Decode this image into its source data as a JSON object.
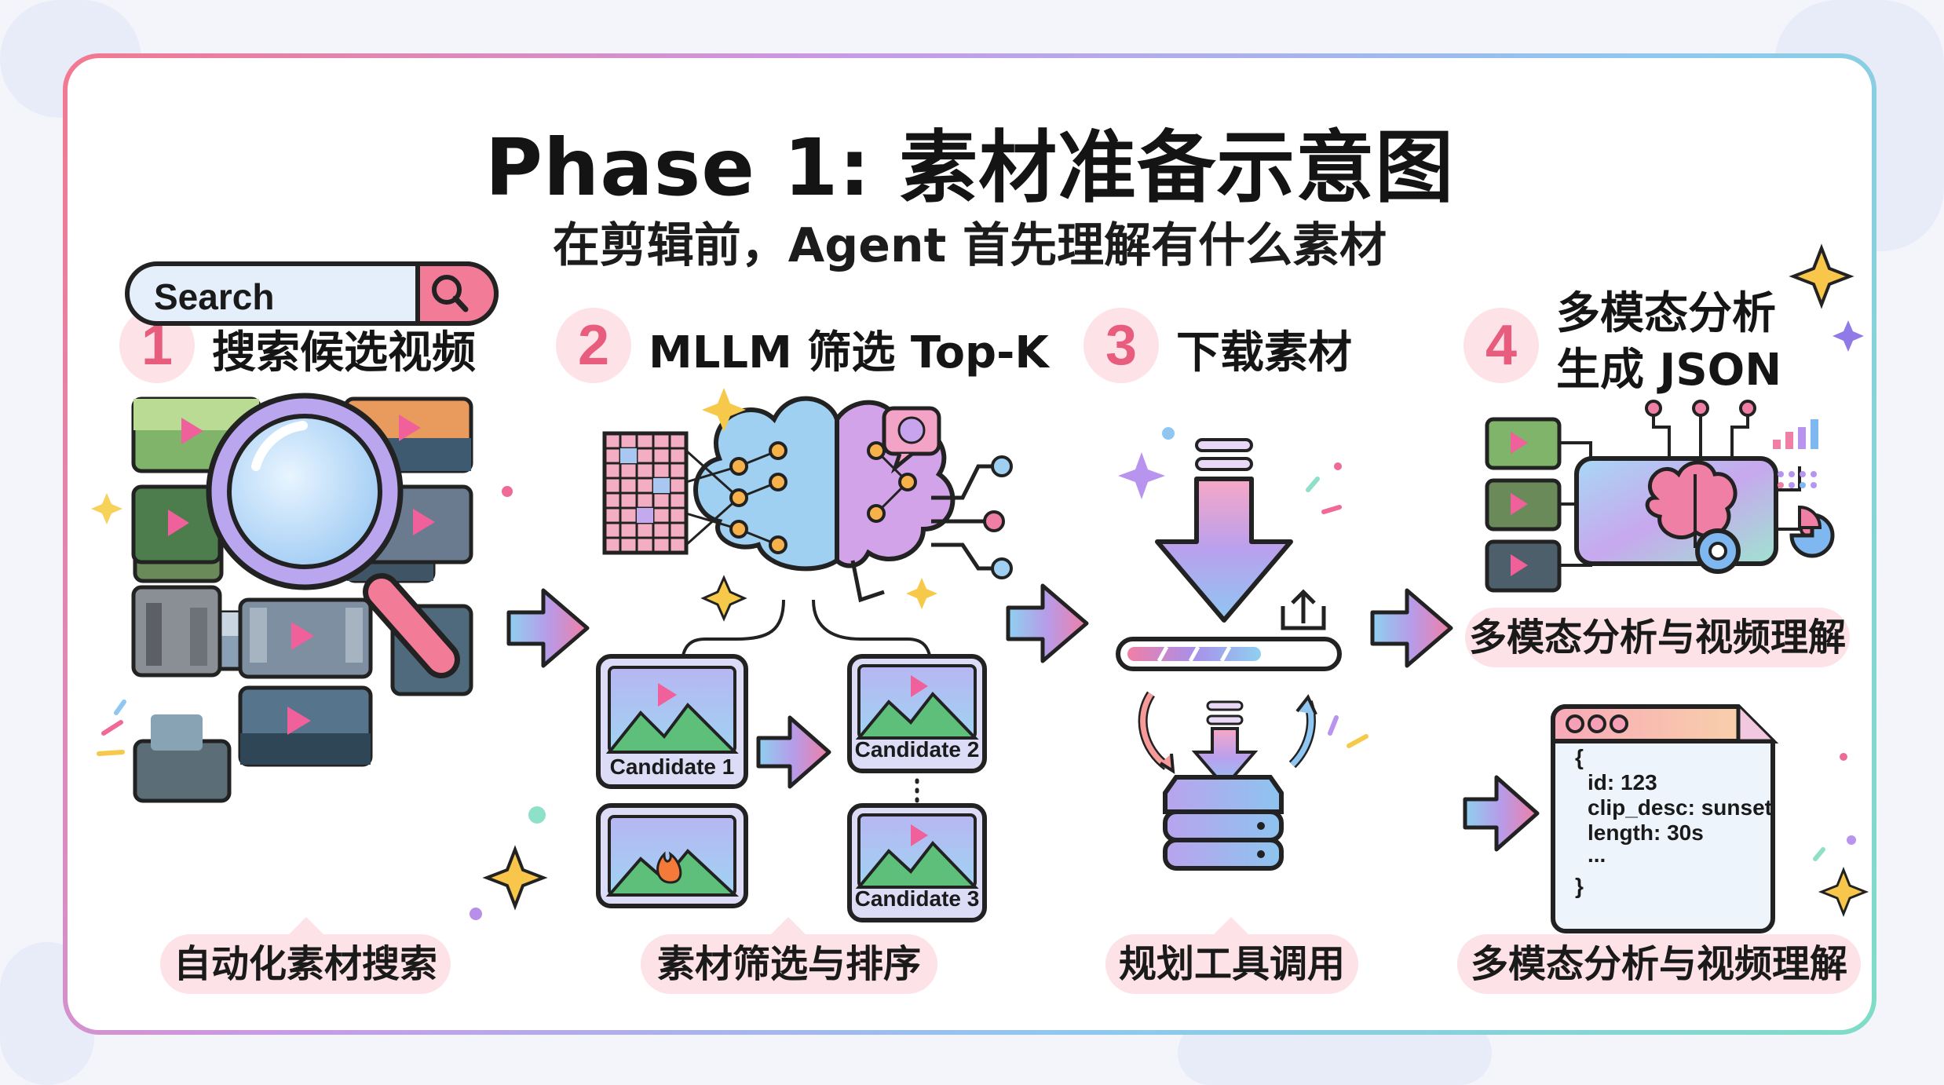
{
  "title": "Phase 1: 素材准备示意图",
  "subtitle": "在剪辑前，Agent 首先理解有什么素材",
  "steps": [
    {
      "number": "1",
      "title": "搜索候选视频",
      "caption": "自动化素材搜索"
    },
    {
      "number": "2",
      "title": "MLLM 筛选 Top-K",
      "caption": "素材筛选与排序"
    },
    {
      "number": "3",
      "title": "下载素材",
      "caption": "规划工具调用"
    },
    {
      "number": "4",
      "title_line1": "多模态分析",
      "title_line2": "生成 JSON",
      "caption_top": "多模态分析与视频理解",
      "caption": "多模态分析与视频理解"
    }
  ],
  "search": {
    "placeholder": "Search"
  },
  "candidates": [
    "Candidate 1",
    "Candidate 2",
    "Candidate 3"
  ],
  "json_snippet": {
    "open": "{",
    "line1": "id: 123",
    "line2": "clip_desc: sunset",
    "line3": "length: 30s",
    "ellipsis": "...",
    "close": "}"
  },
  "colors": {
    "accent_pink": "#e85d7e",
    "pill_bg": "#fde2e8",
    "purple": "#9b7fe6",
    "blue": "#7fb8f0"
  }
}
